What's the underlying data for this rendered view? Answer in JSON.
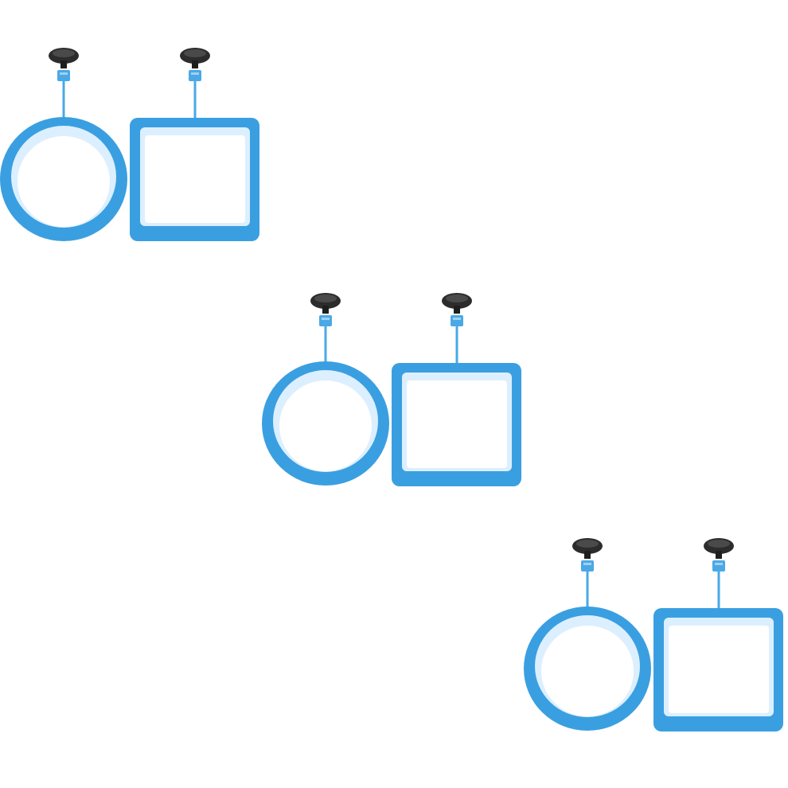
{
  "image": {
    "background_color": "#ffffff",
    "colors": {
      "ring_blue": "#3a9fe0",
      "ring_blue_dark": "#2f8fd1",
      "ring_inner": "#dcefff",
      "suction_cup": "#2c2c2c",
      "clip_blue": "#4aa8e6"
    },
    "product_sets": [
      {
        "items": [
          {
            "shape": "round",
            "icon": "round-feeding-ring"
          },
          {
            "shape": "square",
            "icon": "square-feeding-ring"
          }
        ]
      },
      {
        "items": [
          {
            "shape": "round",
            "icon": "round-feeding-ring"
          },
          {
            "shape": "square",
            "icon": "square-feeding-ring"
          }
        ]
      },
      {
        "items": [
          {
            "shape": "round",
            "icon": "round-feeding-ring"
          },
          {
            "shape": "square",
            "icon": "square-feeding-ring"
          }
        ]
      }
    ]
  }
}
